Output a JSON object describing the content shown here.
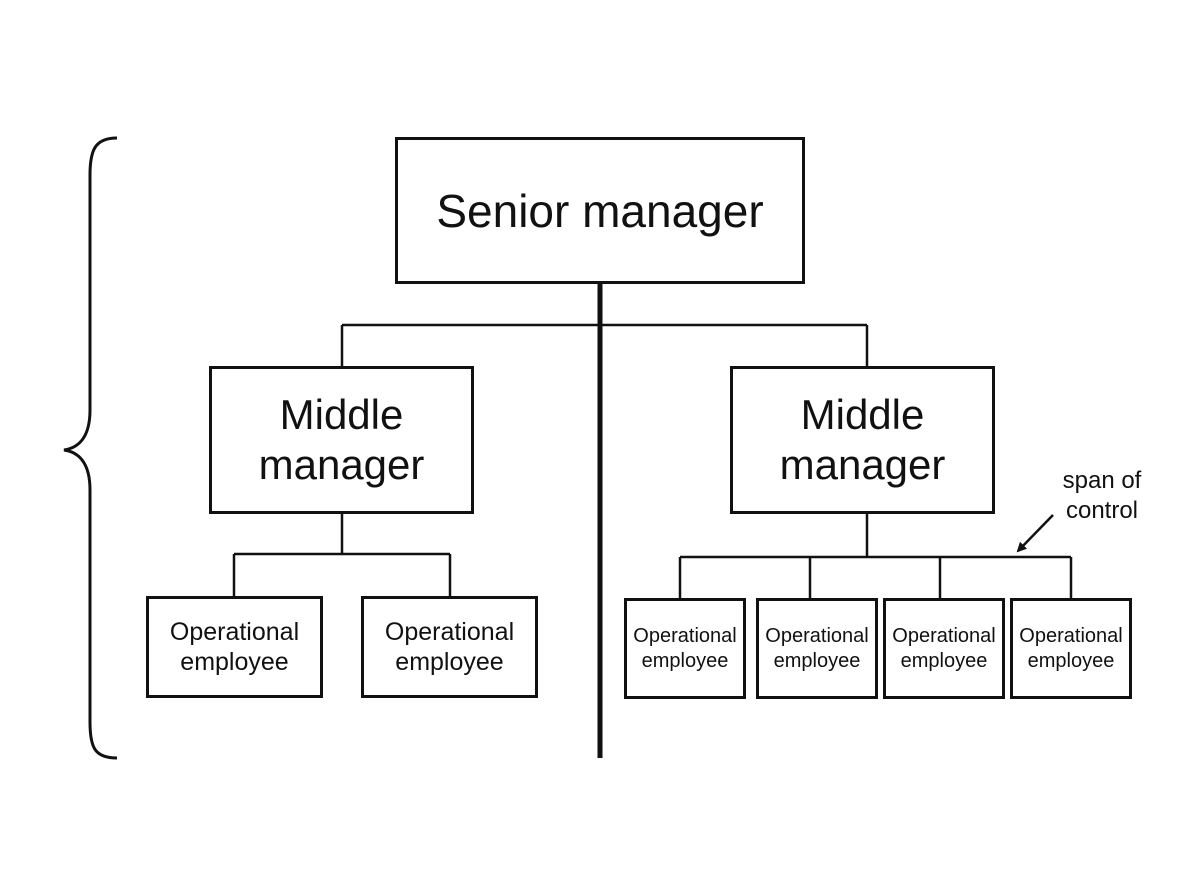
{
  "diagram": {
    "senior": {
      "label": "Senior manager"
    },
    "middle_left": {
      "label": "Middle manager"
    },
    "middle_right": {
      "label": "Middle manager"
    },
    "employee_label": "Operational employee",
    "left_team": [
      {
        "label": "Operational employee"
      },
      {
        "label": "Operational employee"
      }
    ],
    "right_team": [
      {
        "label": "Operational employee"
      },
      {
        "label": "Operational employee"
      },
      {
        "label": "Operational employee"
      },
      {
        "label": "Operational employee"
      }
    ],
    "annotation": {
      "label": "span of control"
    },
    "colors": {
      "stroke": "#111111",
      "background": "#ffffff"
    }
  }
}
